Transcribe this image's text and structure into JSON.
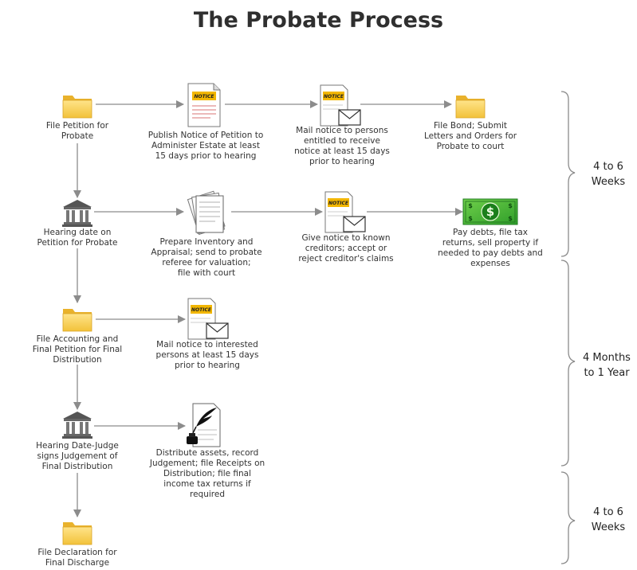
{
  "title": "The Probate Process",
  "notice_text": "NOTICE",
  "steps": [
    {
      "id": "s1",
      "label": "File Petition for\nProbate",
      "icon": "folder-icon"
    },
    {
      "id": "s2",
      "label": "Publish Notice of Petition to\nAdminister Estate at least\n15 days  prior to hearing",
      "icon": "notice-document-icon"
    },
    {
      "id": "s3",
      "label": "Mail notice to persons\nentitled to receive\nnotice at least 15 days\nprior to hearing",
      "icon": "notice-envelope-icon"
    },
    {
      "id": "s4",
      "label": "File Bond; Submit\nLetters and Orders for\nProbate to court",
      "icon": "folder-icon"
    },
    {
      "id": "s5",
      "label": "Hearing date on\nPetition for Probate",
      "icon": "courthouse-icon"
    },
    {
      "id": "s6",
      "label": "Prepare Inventory and\nAppraisal; send to probate\nreferee for valuation;\nfile with court",
      "icon": "documents-icon"
    },
    {
      "id": "s7",
      "label": "Give notice to known\ncreditors; accept or\nreject creditor's claims",
      "icon": "notice-envelope-icon"
    },
    {
      "id": "s8",
      "label": "Pay debts, file tax\nreturns, sell property if\nneeded to pay debts and\nexpenses",
      "icon": "dollar-bill-icon"
    },
    {
      "id": "s9",
      "label": "File Accounting and\nFinal Petition for Final\nDistribution",
      "icon": "folder-icon"
    },
    {
      "id": "s10",
      "label": "Mail notice to interested\npersons at least 15 days\nprior to hearing",
      "icon": "notice-envelope-icon"
    },
    {
      "id": "s11",
      "label": "Hearing Date-Judge\nsigns Judgement of\nFinal Distribution",
      "icon": "courthouse-icon"
    },
    {
      "id": "s12",
      "label": "Distribute assets, record\nJudgement; file Receipts on\nDistribution; file final\nincome tax returns if\nrequired",
      "icon": "quill-document-icon"
    },
    {
      "id": "s13",
      "label": "File Declaration for\nFinal Discharge",
      "icon": "folder-icon"
    }
  ],
  "timeframes": [
    {
      "label": "4 to 6\nWeeks"
    },
    {
      "label": "4 Months\nto 1 Year"
    },
    {
      "label": "4 to 6\nWeeks"
    }
  ]
}
